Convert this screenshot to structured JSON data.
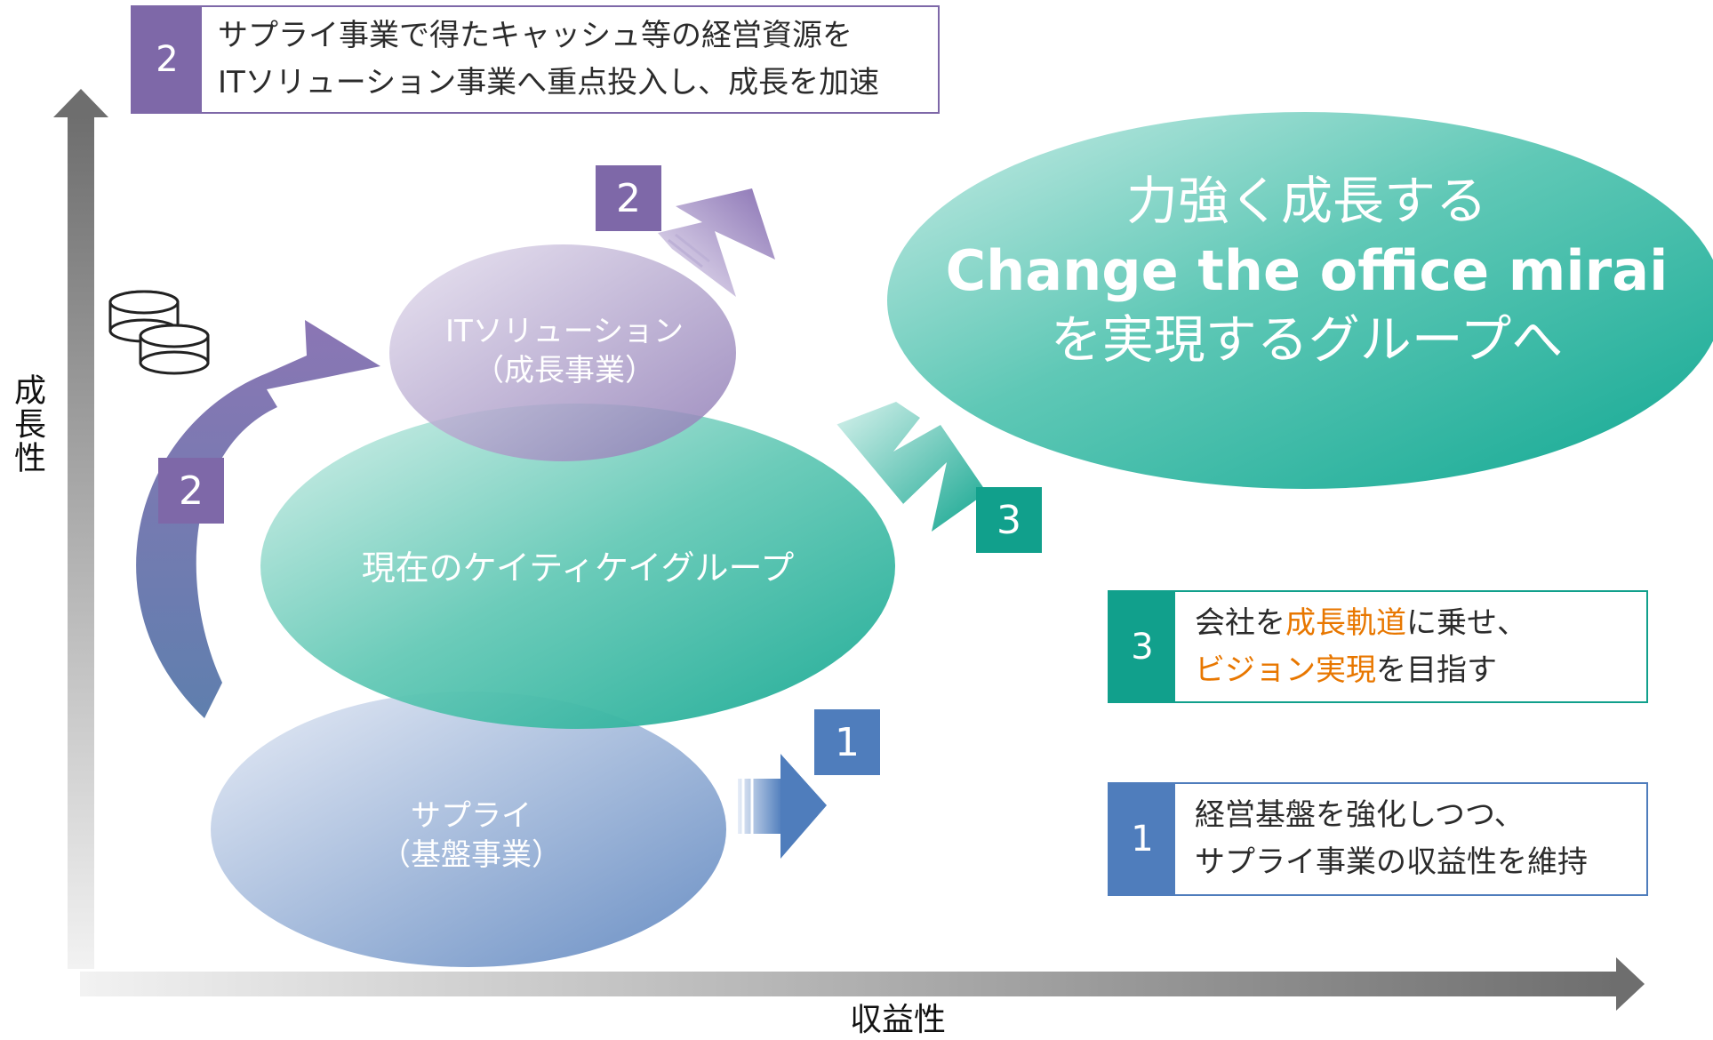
{
  "axes": {
    "y_label": "成長性",
    "x_label": "収益性"
  },
  "top_note": {
    "badge": "2",
    "line1": "サプライ事業で得たキャッシュ等の経営資源を",
    "line2": "ITソリューション事業へ重点投入し、成長を加速"
  },
  "vision": {
    "line1": "力強く成長する",
    "line2": "Change the office mirai",
    "line3": "を実現するグループへ"
  },
  "ellipses": {
    "it": {
      "line1": "ITソリューション",
      "line2": "（成長事業）"
    },
    "current": {
      "label": "現在のケイティケイグループ"
    },
    "supply": {
      "line1": "サプライ",
      "line2": "（基盤事業）"
    }
  },
  "badges": {
    "arrow_up": "2",
    "curve": "2",
    "teal_arrow": "3",
    "right_arrow": "1"
  },
  "note3": {
    "badge": "3",
    "line1_a": "会社を",
    "line1_hl": "成長軌道",
    "line1_b": "に乗せ、",
    "line2_hl": "ビジョン実現",
    "line2_b": "を目指す"
  },
  "note1": {
    "badge": "1",
    "line1": "経営基盤を強化しつつ、",
    "line2": "サプライ事業の収益性を維持"
  },
  "colors": {
    "purple": "#7e68a8",
    "teal": "#11a08c",
    "blue": "#4f7dbc",
    "highlight": "#e87700"
  }
}
